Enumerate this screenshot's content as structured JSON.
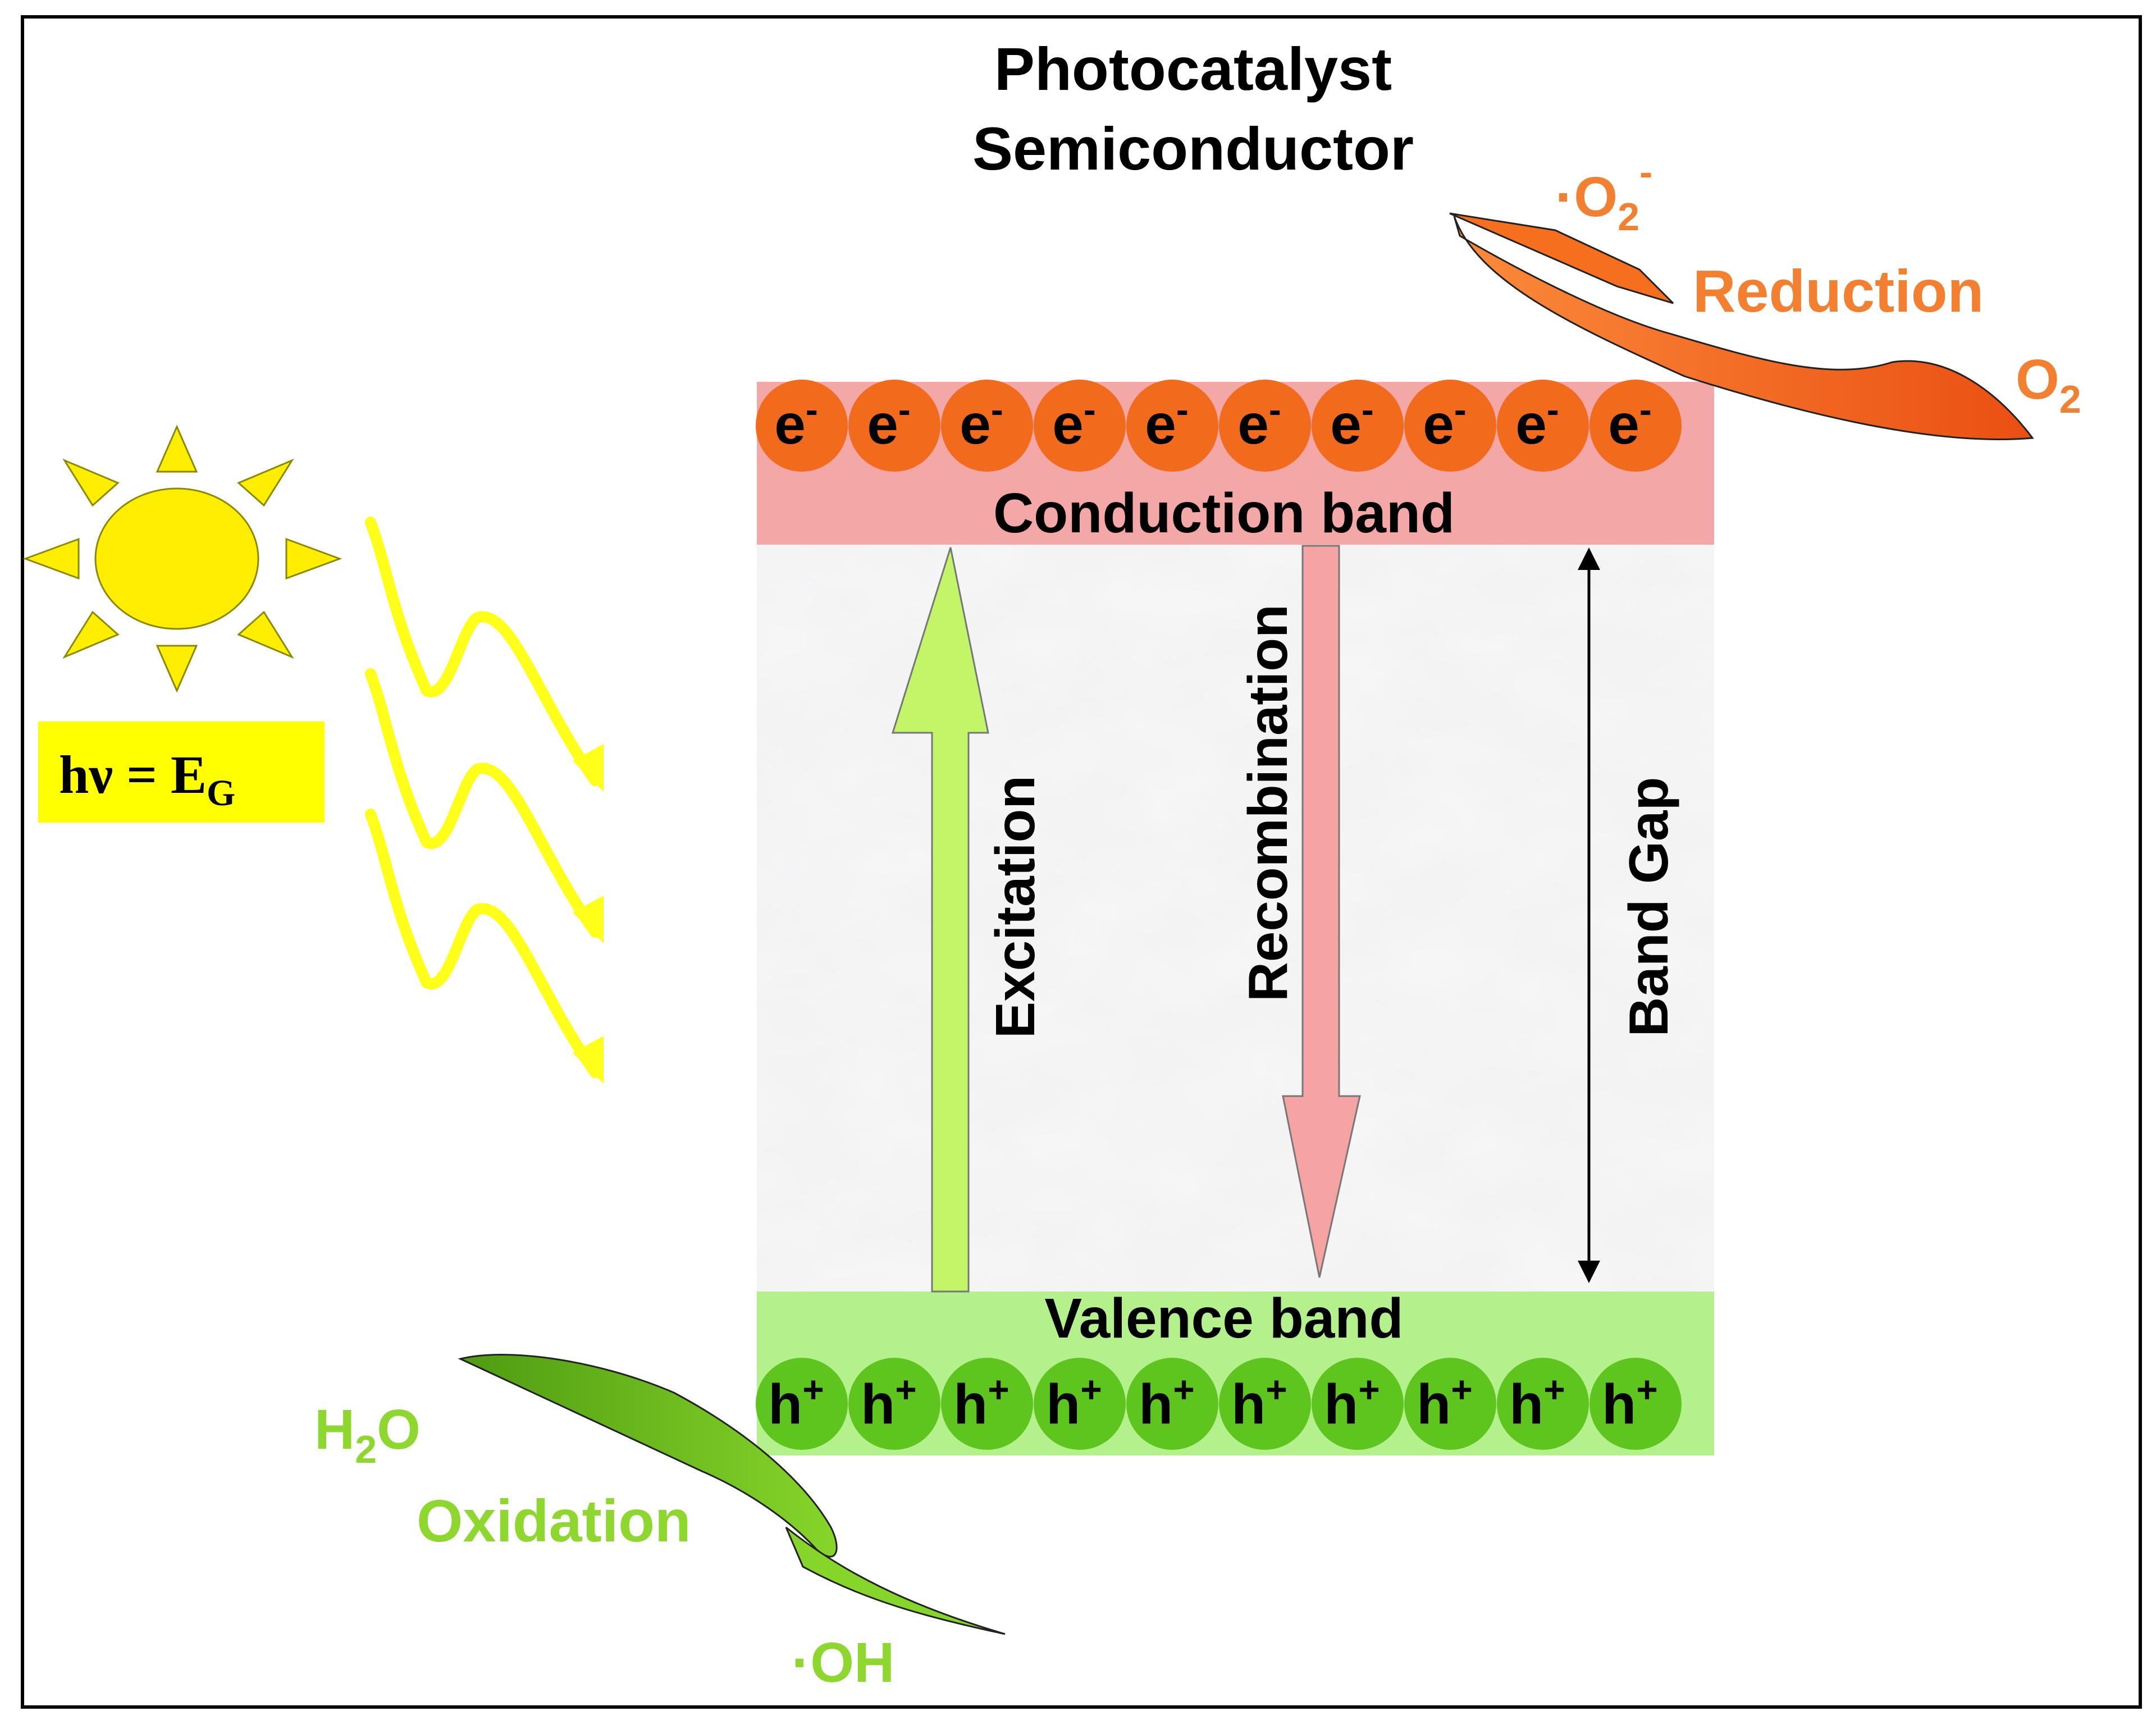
{
  "title": {
    "line1": "Photocatalyst",
    "line2": "Semiconductor"
  },
  "light": {
    "equation_hv": "hν = E",
    "equation_sub": "G"
  },
  "bands": {
    "conduction_label": "Conduction band",
    "valence_label": "Valence band",
    "electron_base": "e",
    "electron_charge": "-",
    "hole_base": "h",
    "hole_charge": "+",
    "carrier_count": 10
  },
  "arrows": {
    "excitation": "Excitation",
    "recombination": "Recombination",
    "band_gap": "Band Gap"
  },
  "reduction": {
    "label": "Reduction",
    "reactant_base": "O",
    "reactant_sub": "2",
    "product_prefix": "·O",
    "product_sub": "2",
    "product_sup": "-"
  },
  "oxidation": {
    "label": "Oxidation",
    "reactant_h": "H",
    "reactant_sub": "2",
    "reactant_o": "O",
    "product": "·OH"
  },
  "colors": {
    "conduction_band": "#f4a7a7",
    "electron": "#f26a1b",
    "valence_band": "#b4f08c",
    "hole": "#5ec41e",
    "excitation_arrow": "#c2f567",
    "recombination_arrow": "#f5a3a3",
    "sun": "#ffee00",
    "orange_text": "#f28030",
    "green_text": "#8ed72e",
    "reduction_arrow": "#f0641a",
    "oxidation_arrow": "#6fc21f"
  }
}
